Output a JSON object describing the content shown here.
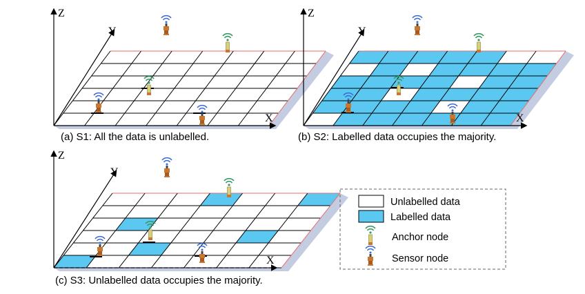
{
  "axes": {
    "x": "X",
    "y": "Y",
    "z": "Z"
  },
  "panels": [
    {
      "id": "a",
      "caption": "(a)  S1: All the data is unlabelled.",
      "labelled_cells": []
    },
    {
      "id": "b",
      "caption": "(b)  S2: Labelled data occupies the majority.",
      "labelled_cells": "all-except",
      "unlabelled_cells": [
        [
          0,
          0
        ],
        [
          4,
          1
        ],
        [
          2,
          2
        ],
        [
          4,
          3
        ],
        [
          0,
          4
        ],
        [
          2,
          4
        ],
        [
          5,
          5
        ],
        [
          2,
          6
        ],
        [
          4,
          6
        ],
        [
          6,
          5
        ]
      ]
    },
    {
      "id": "c",
      "caption": "(c) S3: Unlabelled data occupies the majority.",
      "labelled_cells": [
        [
          0,
          0
        ],
        [
          2,
          1
        ],
        [
          1,
          3
        ],
        [
          5,
          2
        ],
        [
          3,
          5
        ],
        [
          6,
          5
        ]
      ]
    }
  ],
  "grid": {
    "rows": 6,
    "cols": 7
  },
  "legend": {
    "items": [
      {
        "label": "Unlabelled data",
        "swatch": "#ffffff"
      },
      {
        "label": "Labelled data",
        "swatch": "#5bc8f2"
      },
      {
        "label": "Anchor node",
        "icon": "anchor-node-icon"
      },
      {
        "label": "Sensor  node",
        "icon": "sensor-node-icon"
      }
    ]
  },
  "colors": {
    "labelled": "#5bc8f2",
    "grid": "#000000",
    "edge": "#e86a6a",
    "shadow": "#c3cce0",
    "wifi": "#3a9a6a",
    "sensor_body": "#c9762e"
  }
}
